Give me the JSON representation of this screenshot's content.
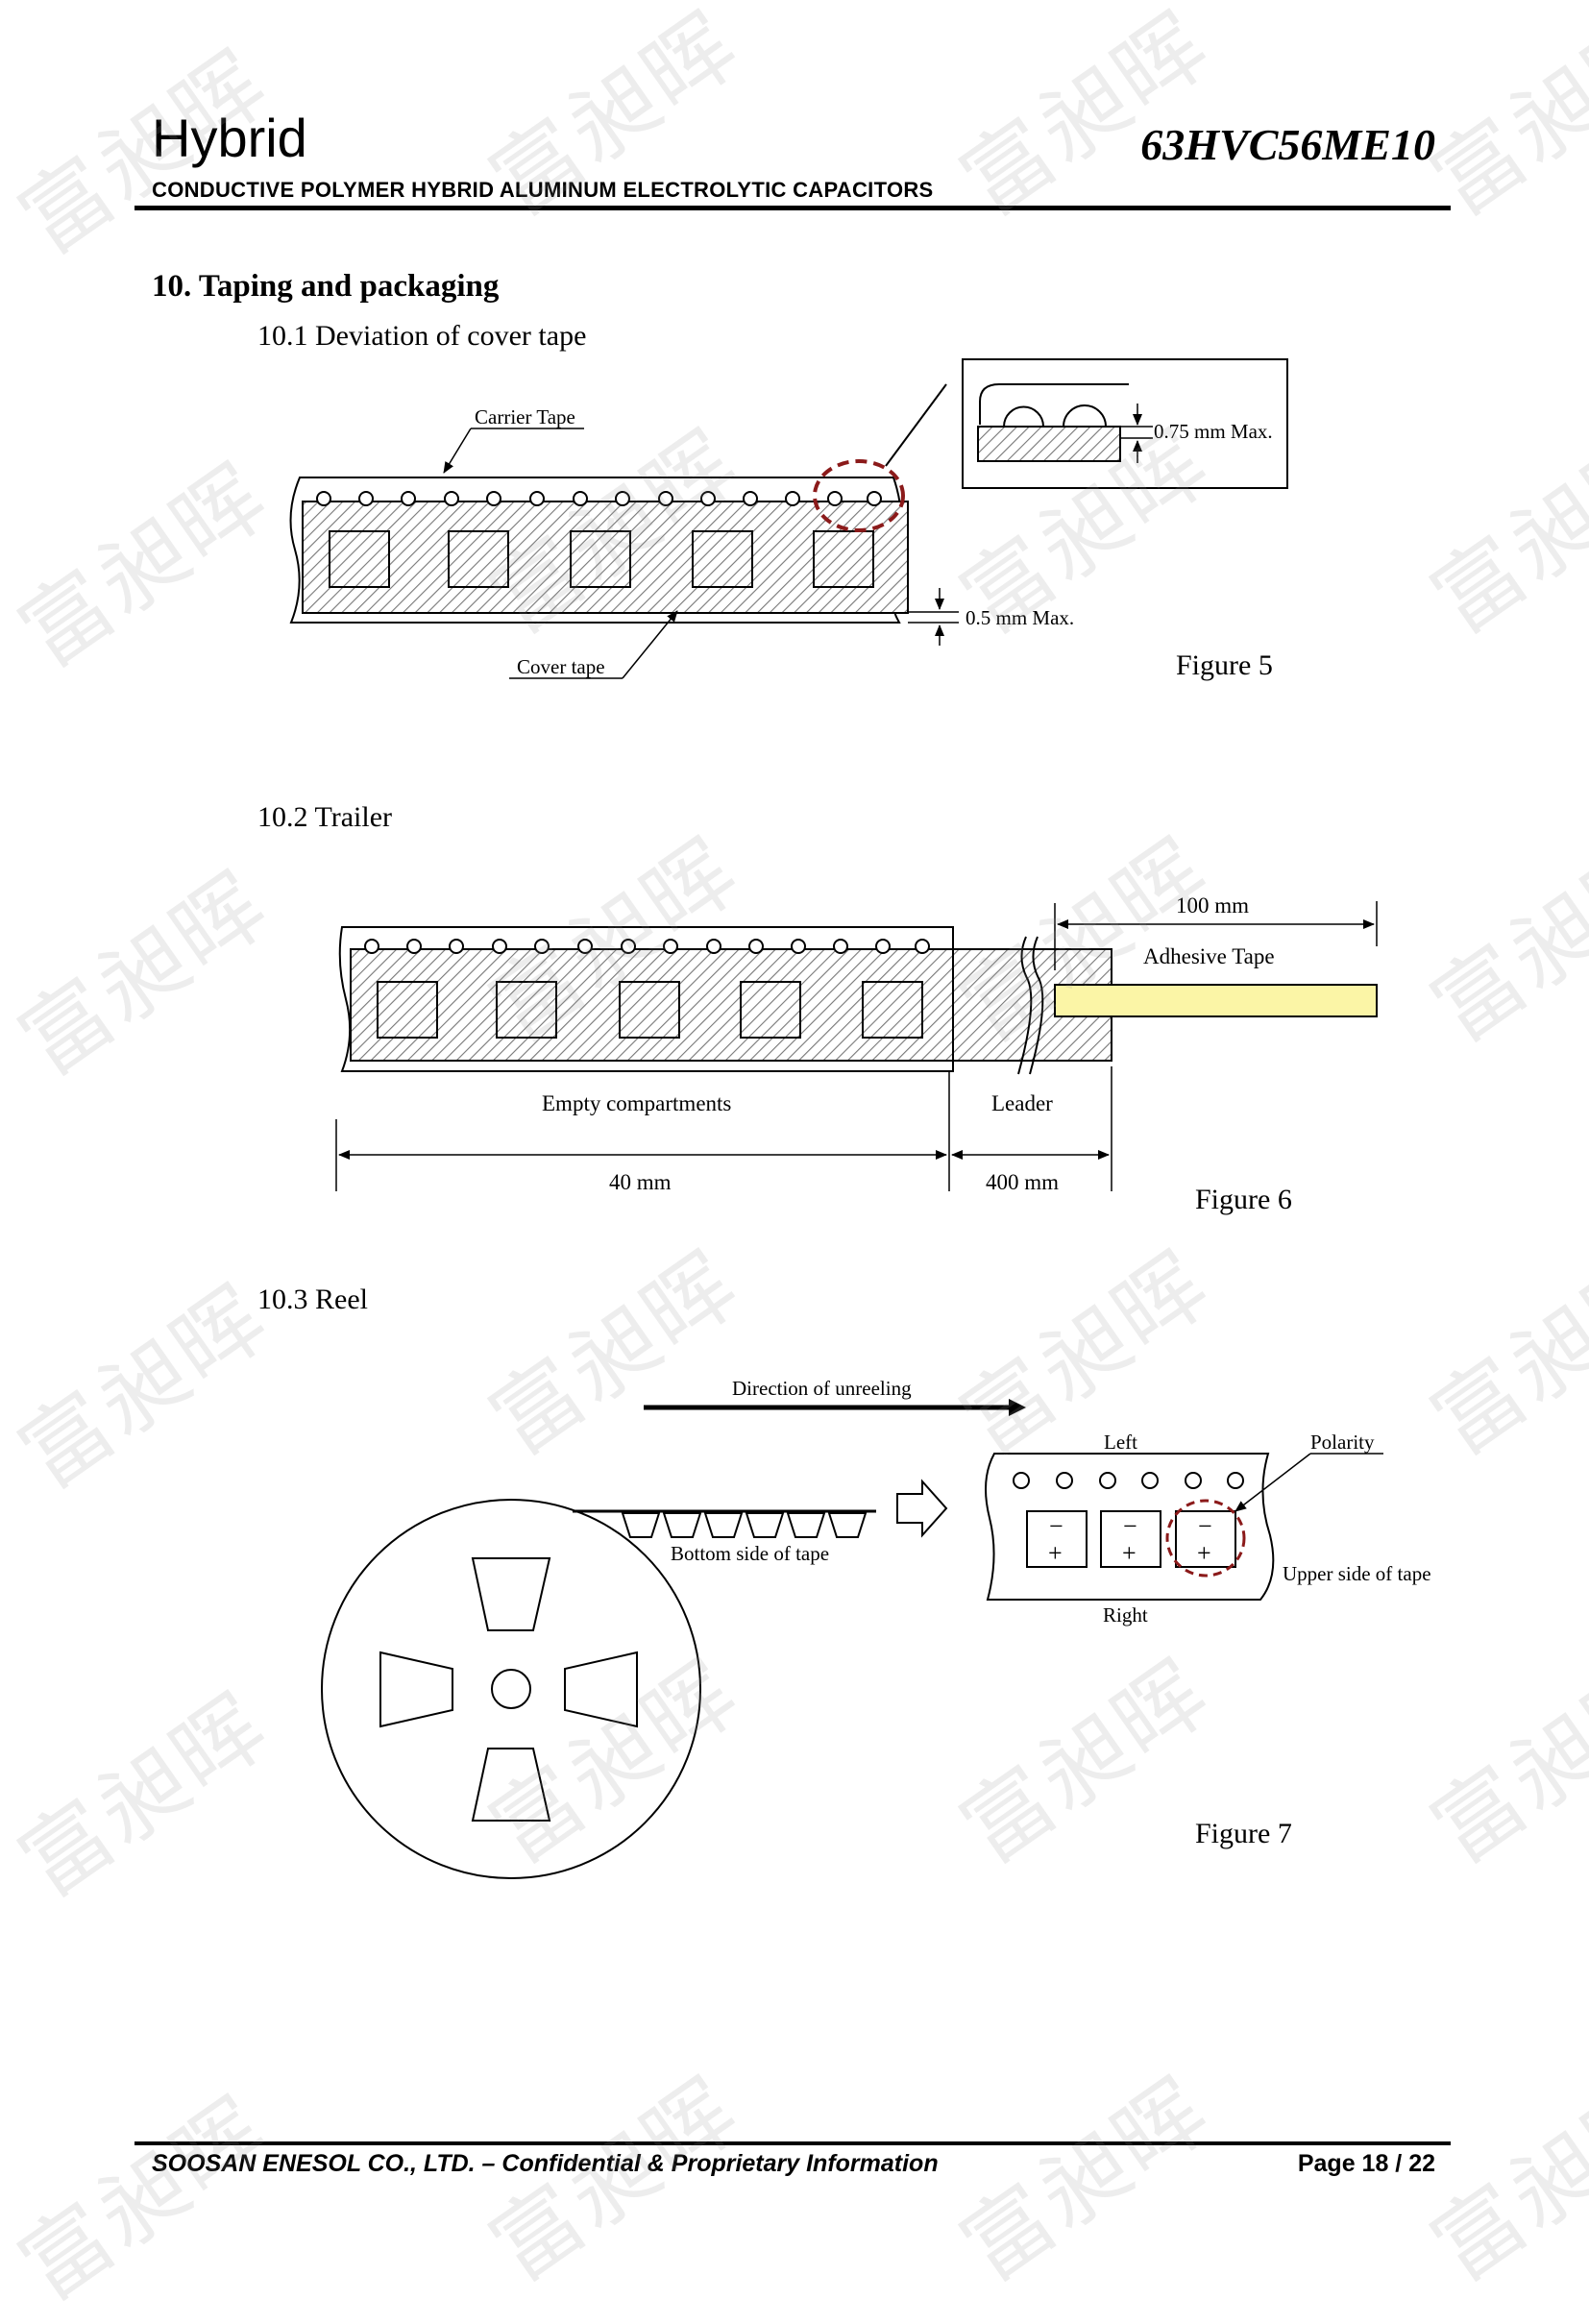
{
  "header": {
    "brand": "Hybrid",
    "subtitle": "CONDUCTIVE POLYMER HYBRID ALUMINUM ELECTROLYTIC CAPACITORS",
    "model": "63HVC56ME10"
  },
  "section": {
    "title": "10. Taping and packaging",
    "sub1": "10.1 Deviation of cover tape",
    "sub2": "10.2 Trailer",
    "sub3": "10.3 Reel"
  },
  "figure5": {
    "carrier_tape": "Carrier Tape",
    "cover_tape": "Cover tape",
    "cover_max": "0.5 mm Max.",
    "detail_max": "0.75 mm Max.",
    "label": "Figure 5"
  },
  "figure6": {
    "dim_100": "100 mm",
    "adhesive_tape": "Adhesive Tape",
    "empty": "Empty compartments",
    "leader": "Leader",
    "dim_40": "40 mm",
    "dim_400": "400 mm",
    "label": "Figure 6"
  },
  "figure7": {
    "direction": "Direction of unreeling",
    "bottom_side": "Bottom side of tape",
    "left": "Left",
    "polarity": "Polarity",
    "upper_side": "Upper side of tape",
    "right": "Right",
    "minus": "−",
    "plus": "+",
    "label": "Figure 7"
  },
  "watermark": "富昶晖",
  "colors": {
    "highlight_circle": "#8b1a1a",
    "adhesive_fill": "#fbf5a6"
  },
  "footer": {
    "company": "SOOSAN ENESOL CO., LTD. – Confidential & Proprietary Information",
    "page": "Page 18 / 22"
  }
}
